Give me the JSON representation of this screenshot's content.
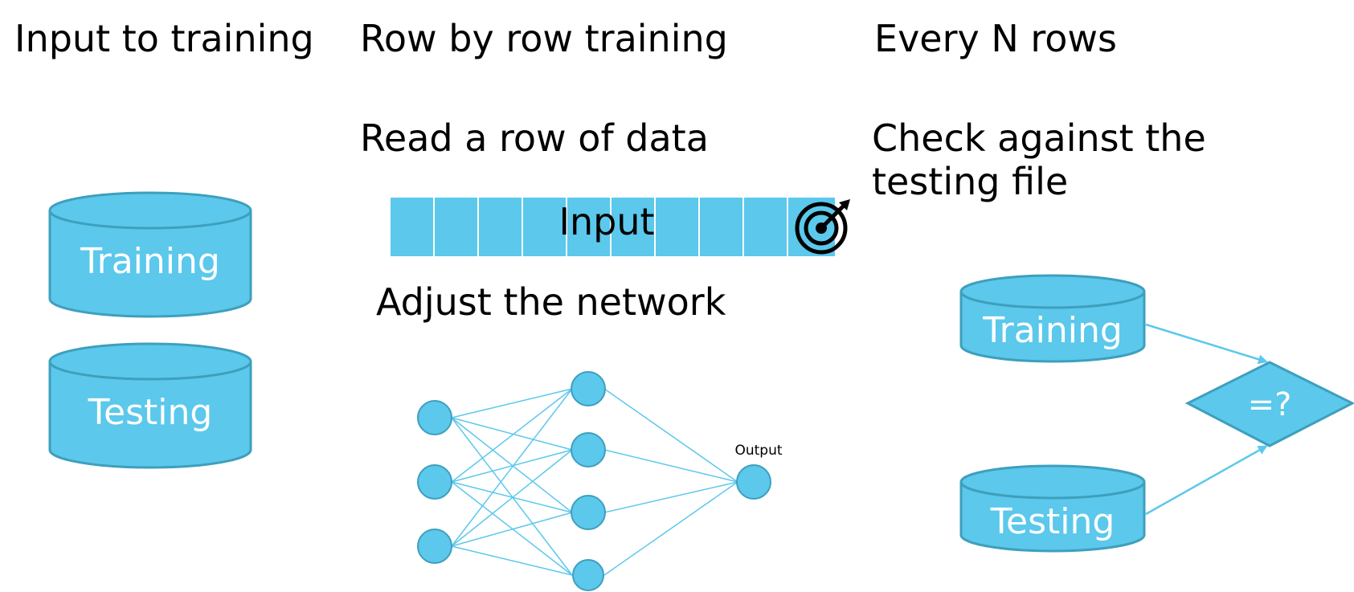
{
  "columns": {
    "input": {
      "title": "Input to training",
      "training_db": "Training",
      "testing_db": "Testing"
    },
    "row_by_row": {
      "title": "Row by row training",
      "step1": "Read a row of data",
      "input_bar_label": "Input",
      "target_icon": "target-icon",
      "step2": "Adjust the network",
      "output_label": "Output"
    },
    "every_n": {
      "title": "Every N rows",
      "step_line1": "Check against the",
      "step_line2": "testing file",
      "training_db": "Training",
      "testing_db": "Testing",
      "compare_label": "=?"
    }
  },
  "colors": {
    "accent": "#5bc8ec",
    "accent_border": "#3e9fbd",
    "text": "#000000",
    "label_on_accent": "#ffffff"
  }
}
